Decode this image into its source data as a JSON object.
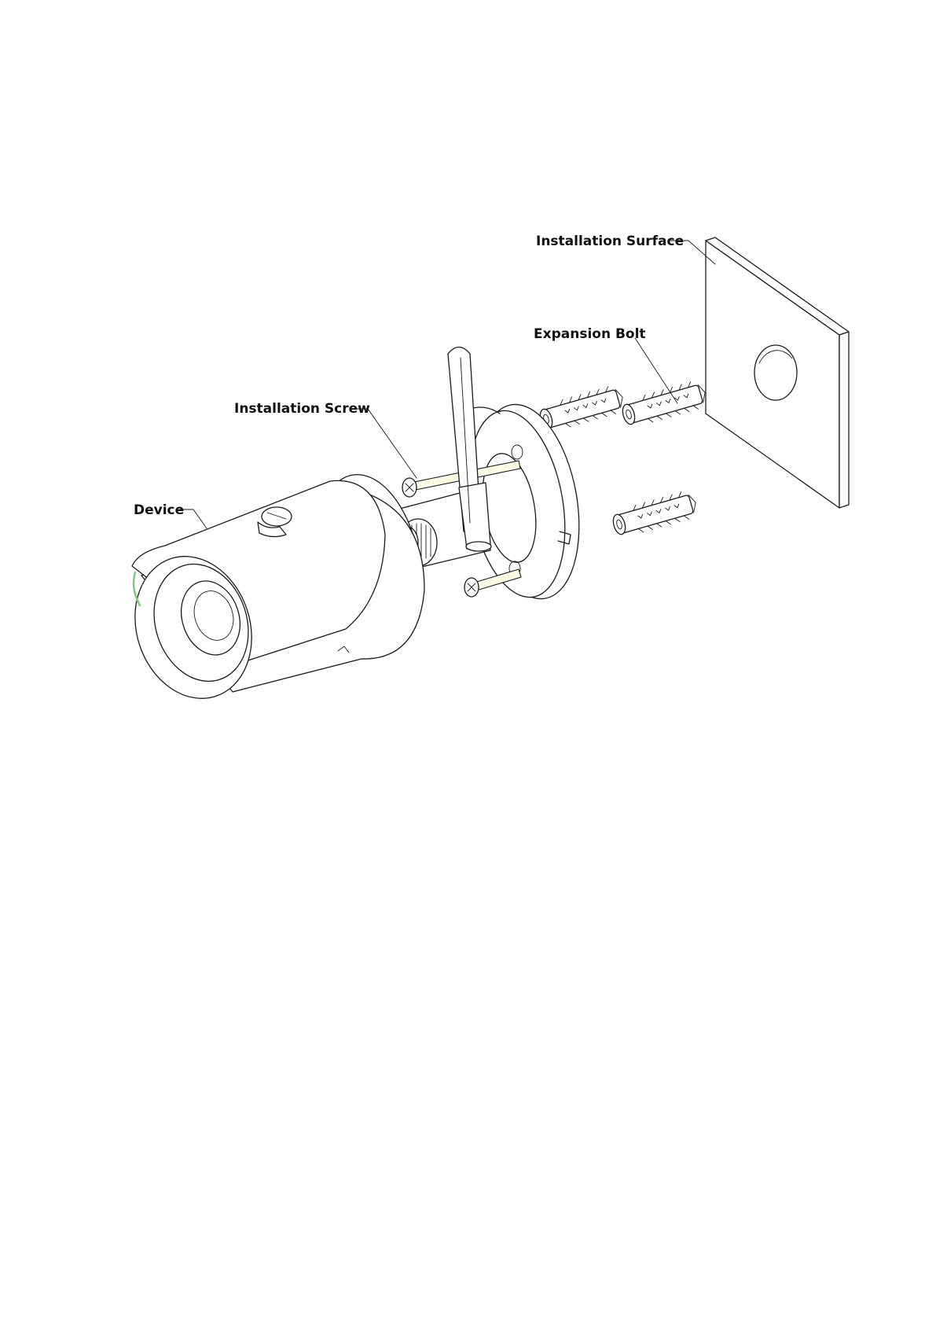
{
  "labels": {
    "installation_surface": "Installation Surface",
    "expansion_bolt": "Expansion Bolt",
    "installation_screw": "Installation Screw",
    "device": "Device"
  },
  "colors": {
    "line": "#1a1a1a",
    "screw_highlight": "#fbfbe6",
    "lens_accent": "#7fc97f"
  }
}
